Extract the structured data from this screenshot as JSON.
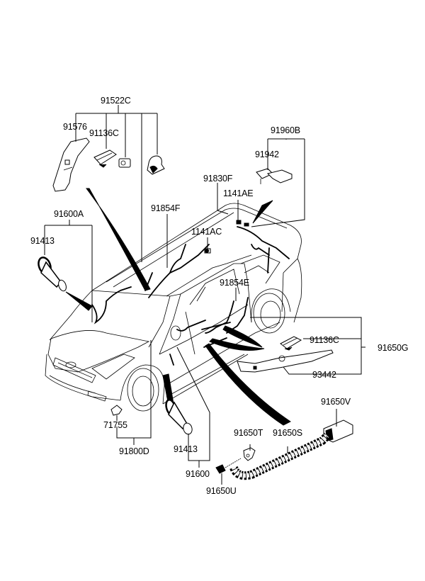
{
  "title": "Wiring harness parts diagram (minivan)",
  "labels": {
    "l91522C": "91522C",
    "l91576": "91576",
    "l91136C_top": "91136C",
    "l91960B": "91960B",
    "l91942": "91942",
    "l91830F": "91830F",
    "l1141AE": "1141AE",
    "l91854F": "91854F",
    "l1141AC": "1141AC",
    "l91600A": "91600A",
    "l91413_top": "91413",
    "l91854E": "91854E",
    "l91136C_right": "91136C",
    "l91650G": "91650G",
    "l93442": "93442",
    "l71755": "71755",
    "l91800D": "91800D",
    "l91413_bottom": "91413",
    "l91600": "91600",
    "l91650T": "91650T",
    "l91650S": "91650S",
    "l91650V": "91650V",
    "l91650U": "91650U"
  },
  "parts": [
    {
      "number": "91522C",
      "children": [
        "91576",
        "91136C"
      ]
    },
    {
      "number": "91960B",
      "children": [
        "91942"
      ]
    },
    {
      "number": "91600A",
      "children": [
        "91413"
      ]
    },
    {
      "number": "91650G",
      "children": [
        "91136C",
        "93442"
      ]
    },
    {
      "number": "91800D",
      "children": [
        "71755"
      ]
    },
    {
      "number": "91600",
      "children": [
        "91413"
      ]
    },
    {
      "number": "91830F",
      "children": []
    },
    {
      "number": "1141AE",
      "children": []
    },
    {
      "number": "1141AC",
      "children": []
    },
    {
      "number": "91854F",
      "children": []
    },
    {
      "number": "91854E",
      "children": []
    },
    {
      "number": "91650T",
      "children": []
    },
    {
      "number": "91650S",
      "children": []
    },
    {
      "number": "91650V",
      "children": []
    },
    {
      "number": "91650U",
      "children": []
    }
  ]
}
